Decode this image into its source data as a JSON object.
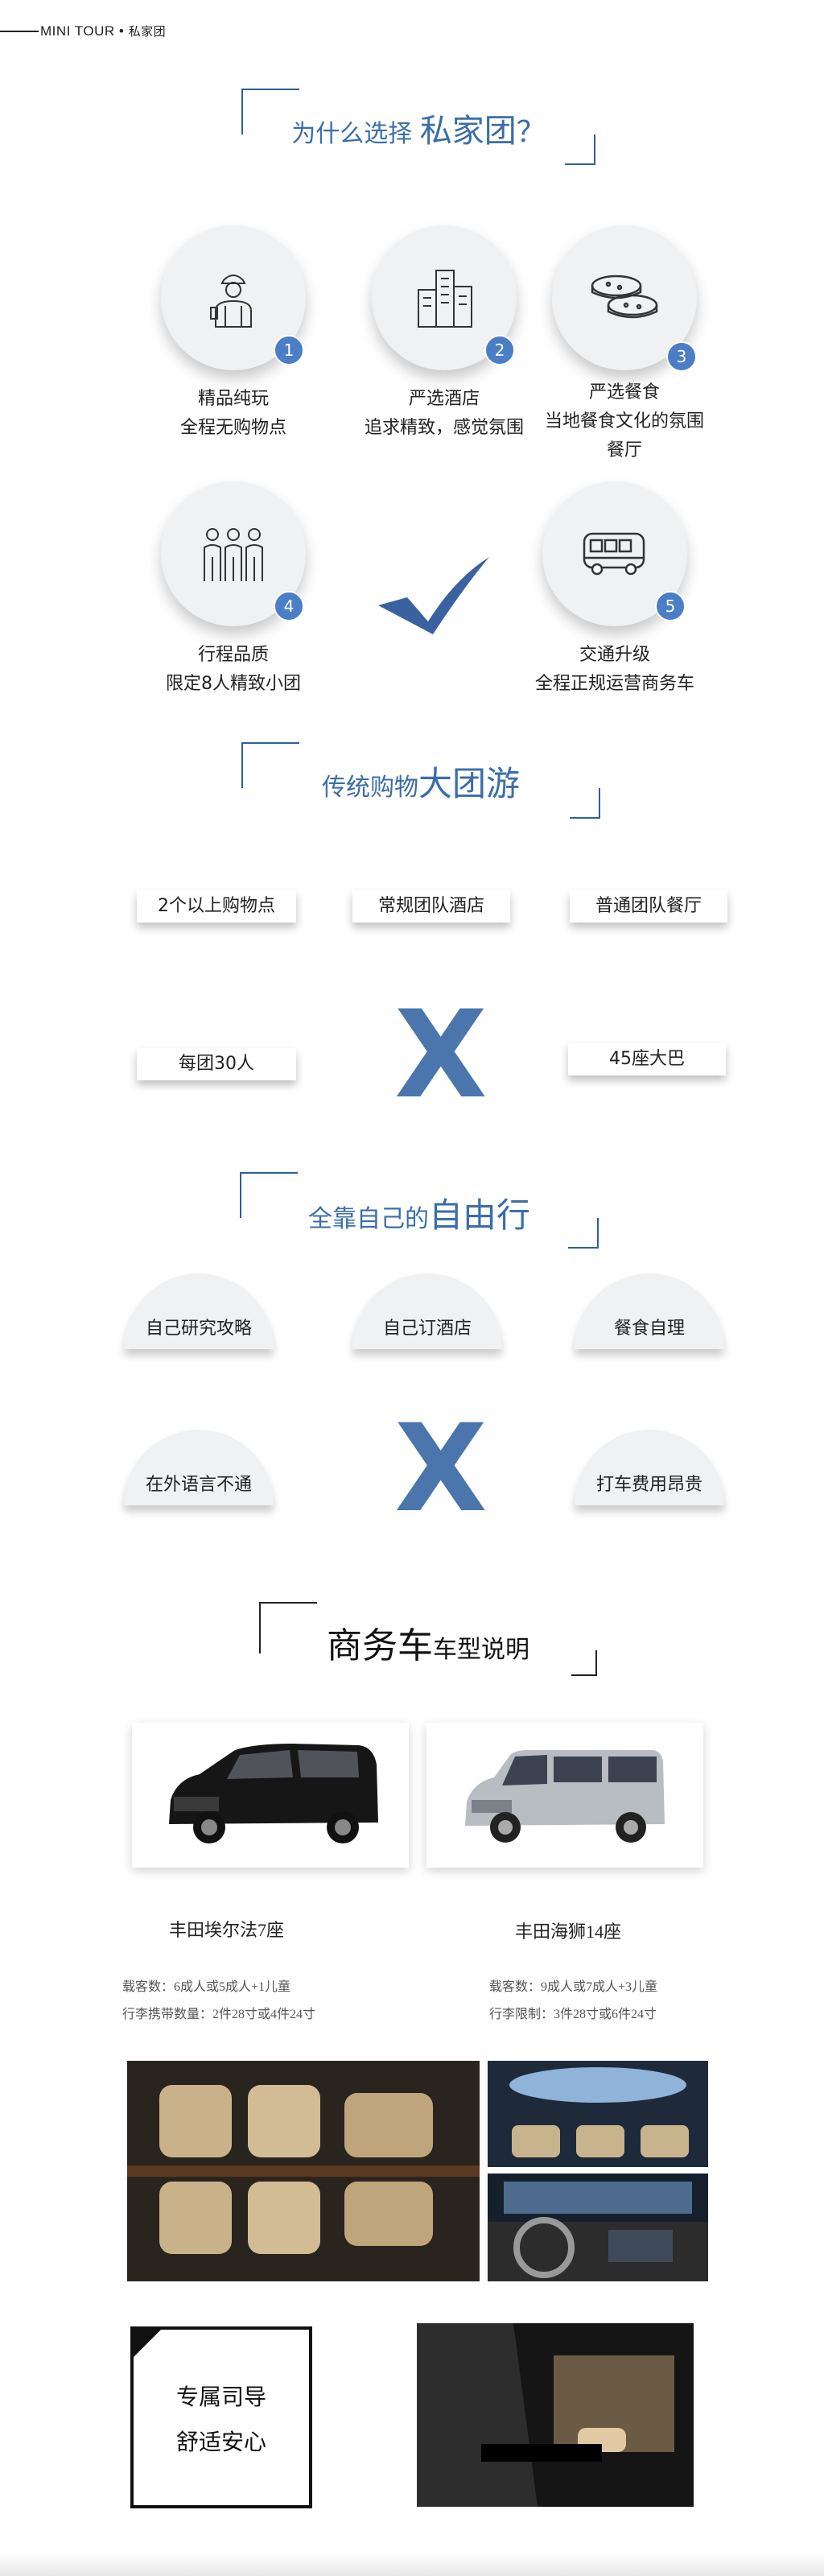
{
  "header": {
    "brand": "MINI TOUR",
    "separator": "•",
    "brand_cn": "私家团"
  },
  "section1": {
    "title_prefix": "为什么选择 ",
    "title_main": "私家团",
    "title_suffix": "？"
  },
  "features": [
    {
      "num": "1",
      "line1": "精品纯玩",
      "line2": "全程无购物点",
      "icon": "tour-guide-icon"
    },
    {
      "num": "2",
      "line1": "严选酒店",
      "line2": "追求精致，感觉氛围",
      "icon": "hotel-icon"
    },
    {
      "num": "3",
      "line1": "严选餐食",
      "line2": "当地餐食文化的氛围餐厅",
      "icon": "sushi-icon"
    },
    {
      "num": "4",
      "line1": "行程品质",
      "line2": "限定8人精致小团",
      "icon": "group-icon"
    },
    {
      "num": "5",
      "line1": "交通升级",
      "line2": "全程正规运营商务车",
      "icon": "bus-icon"
    }
  ],
  "section2": {
    "title_small": "传统购物",
    "title_big": "大团游"
  },
  "group_tags": [
    "2个以上购物点",
    "常规团队酒店",
    "普通团队餐厅",
    "每团30人",
    "45座大巴"
  ],
  "section3": {
    "title_small": "全靠自己的",
    "title_big": "自由行"
  },
  "free_tags": [
    "自己研究攻略",
    "自己订酒店",
    "餐食自理",
    "在外语言不通",
    "打车费用昂贵"
  ],
  "cross": "X",
  "section4": {
    "title_big": "商务车",
    "title_small": "车型说明"
  },
  "cars": [
    {
      "name": "丰田埃尔法7座",
      "spec1": "载客数：6成人或5成人+1儿童",
      "spec2": "行李携带数量：2件28寸或4件24寸"
    },
    {
      "name": "丰田海狮14座",
      "spec1": "载客数：9成人或7成人+3儿童",
      "spec2": "行李限制：3件28寸或6件24寸"
    }
  ],
  "guide": {
    "line1": "专属司导",
    "line2": "舒适安心"
  },
  "colors": {
    "accent": "#3a6ea8",
    "badge": "#4a7ec7",
    "check": "#3a62a0",
    "x": "#4a76ad"
  }
}
